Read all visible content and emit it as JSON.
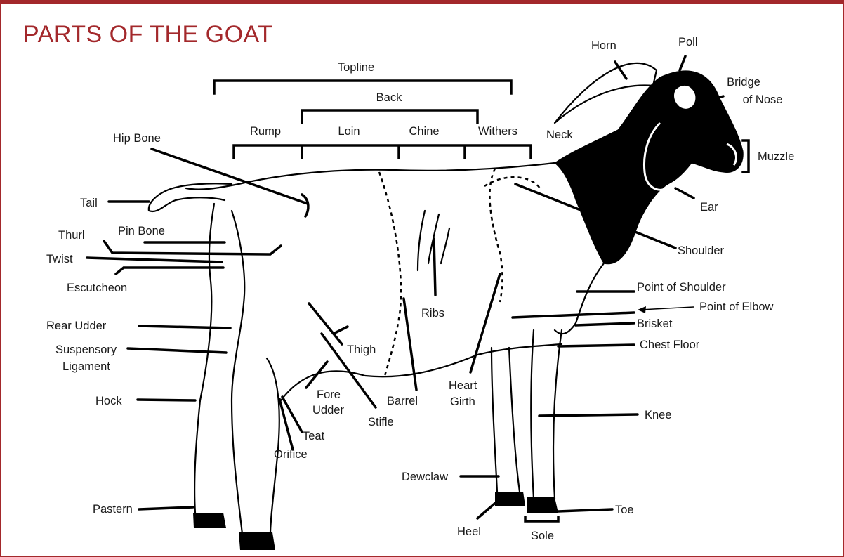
{
  "title": "PARTS OF THE GOAT",
  "colors": {
    "accent": "#a3282b",
    "ink": "#000000"
  },
  "labels": {
    "topline": "Topline",
    "back": "Back",
    "rump": "Rump",
    "loin": "Loin",
    "chine": "Chine",
    "withers": "Withers",
    "hip_bone": "Hip Bone",
    "neck": "Neck",
    "horn": "Horn",
    "poll": "Poll",
    "bridge_of_nose_1": "Bridge",
    "bridge_of_nose_2": "of Nose",
    "muzzle": "Muzzle",
    "ear": "Ear",
    "shoulder": "Shoulder",
    "tail": "Tail",
    "pin_bone": "Pin Bone",
    "thurl": "Thurl",
    "twist": "Twist",
    "escutcheon": "Escutcheon",
    "rear_udder": "Rear Udder",
    "suspensory_1": "Suspensory",
    "suspensory_2": "Ligament",
    "hock": "Hock",
    "pastern": "Pastern",
    "ribs": "Ribs",
    "thigh": "Thigh",
    "fore_udder_1": "Fore",
    "fore_udder_2": "Udder",
    "teat": "Teat",
    "orifice": "Orifice",
    "barrel": "Barrel",
    "stifle": "Stifle",
    "heart_girth_1": "Heart",
    "heart_girth_2": "Girth",
    "point_of_shoulder": "Point of Shoulder",
    "point_of_elbow": "Point of Elbow",
    "brisket": "Brisket",
    "chest_floor": "Chest Floor",
    "knee": "Knee",
    "dewclaw": "Dewclaw",
    "heel": "Heel",
    "sole": "Sole",
    "toe": "Toe"
  }
}
